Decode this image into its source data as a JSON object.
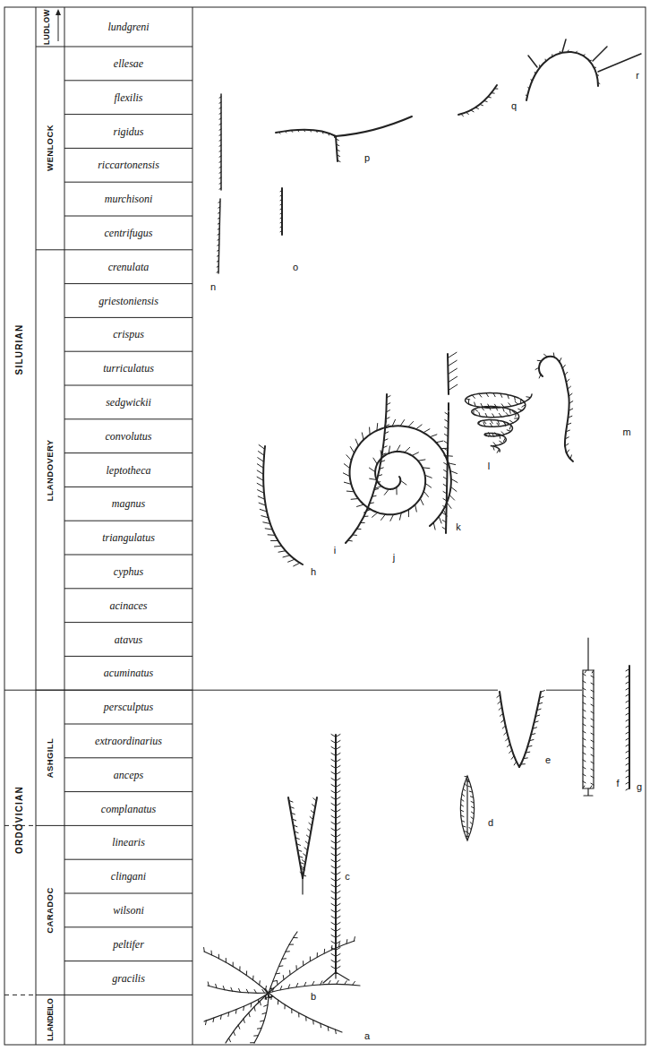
{
  "diagram": {
    "labels": [
      "LUDLOW",
      "WENLOCK",
      "LLANDOVERY",
      "ASHGILL",
      "CARADOC",
      "LLANDEILO",
      "SILURIAN",
      "ORDOVICIAN",
      "lundgreni",
      "ellesae",
      "flexilis",
      "rigidus",
      "riccartonensis",
      "murchisoni",
      "centrifugus",
      "crenulata",
      "griestoniensis",
      "crispus",
      "turriculatus",
      "sedgwickii",
      "convolutus",
      "leptotheca",
      "magnus",
      "triangulatus",
      "cyphus",
      "acinaces",
      "atavus",
      "acuminatus",
      "persculptus",
      "extraordinarius",
      "anceps",
      "complanatus",
      "linearis",
      "clingani",
      "wilsoni",
      "peltifer",
      "gracilis",
      "a",
      "b",
      "c",
      "d",
      "e",
      "f",
      "g",
      "h",
      "i",
      "j",
      "k",
      "l",
      "m",
      "n",
      "o",
      "p",
      "q",
      "r"
    ]
  }
}
